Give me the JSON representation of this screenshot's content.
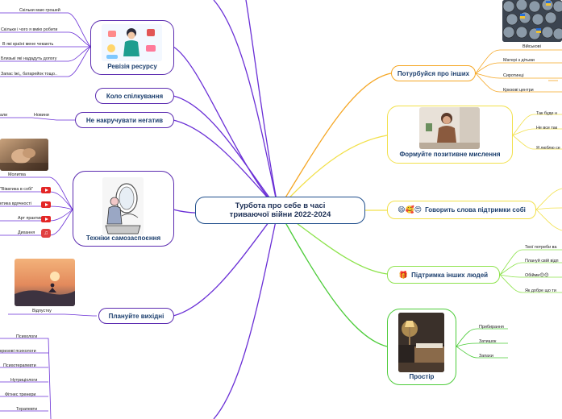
{
  "central": {
    "line1": "Турбота про себе в часі",
    "line2": "триваючої війни 2022-2024"
  },
  "branches": {
    "audit": {
      "title": "Ревізія ресурсу",
      "items": [
        "Скільки маю грошей",
        "Скільки і чого я вмію робити",
        "В які країні мене чекають",
        "Близькі які нададуть допогу",
        "Запас їжі,, батарейок тощо.."
      ]
    },
    "circle": {
      "title": "Коло спілкування"
    },
    "negative": {
      "title": "Не накручувати негатив",
      "items": [
        "Новини",
        "али"
      ]
    },
    "techniques": {
      "title": "Техніки самозаспоєння",
      "items": [
        "Молитва",
        "\"Віватика в собі\"",
        "ктика вдячності",
        "Арт практики",
        "Дихання"
      ]
    },
    "weekend": {
      "title": "Плануйте вихідні",
      "items": [
        "Відпустку"
      ]
    },
    "specialists": {
      "items": [
        "Психологи",
        "кризові психологи",
        "Психотерапевти",
        "Нутриціологи",
        "Фітнес тренери",
        "Терапевти"
      ]
    },
    "care": {
      "title": "Потурбуйся про інших",
      "items": [
        "Військові",
        "Матері з дітьми",
        "Сиротинці",
        "Кризові центри"
      ]
    },
    "positive": {
      "title": "Формуйте позитивне мислення",
      "items": [
        "Так буде н",
        "Не все так",
        "Я люблю се"
      ]
    },
    "words": {
      "title": "Говорить слова підтримки собі",
      "emoji": "😄🥰😍"
    },
    "support": {
      "title": "Підтримка інших людей",
      "emoji": "🎁",
      "items": [
        "Твої потреби ва",
        "Плануй свій відп",
        "Обійми😊😊",
        "Як добре що ти"
      ]
    },
    "space": {
      "title": "Простір",
      "items": [
        "Прибирання",
        "Затишок",
        "Запахи"
      ]
    }
  },
  "icons": [
    "youtube-icon",
    "youtube-icon",
    "youtube-icon",
    "music-icon"
  ],
  "colors": {
    "central": "#1f4e8c",
    "nodeBorder": "#5b2bb0",
    "care": "#f5a623",
    "positive": "#f2e04a",
    "words": "#f2e04a",
    "support": "#8ee34d",
    "space": "#4dcc3a",
    "left": "#6a2fd6"
  }
}
